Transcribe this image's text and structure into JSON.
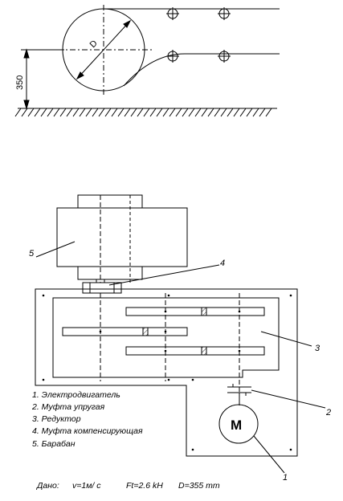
{
  "scheme": {
    "drum_dimension_label": "D",
    "height_dimension_label": "350"
  },
  "callouts": {
    "drum": "5",
    "coupling_compensating": "4",
    "reducer": "3",
    "coupling_elastic": "2",
    "motor_ref": "1",
    "motor_symbol": "M"
  },
  "legend": [
    "1. Электродвигатель",
    "2. Муфта упругая",
    "3. Редуктор",
    "4. Муфта компенсирующая",
    "5. Барабан"
  ],
  "given": {
    "prefix": "Дано:",
    "velocity": "v=1м/ с",
    "force": "Ft=2.6 kH",
    "diameter": "D=355 mm"
  },
  "colors": {
    "line": "#000000",
    "hatch": "#333333",
    "background": "#ffffff"
  }
}
